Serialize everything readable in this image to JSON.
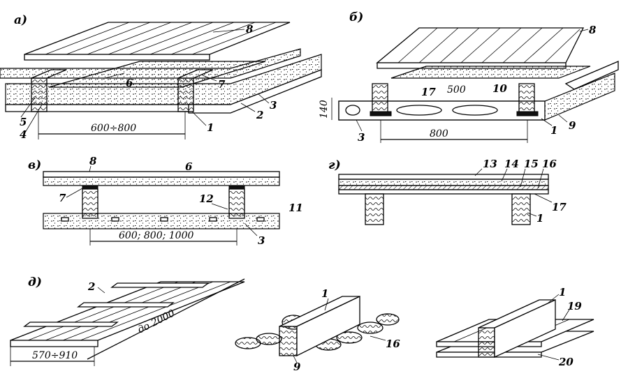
{
  "panels": {
    "a": {
      "letter": "а)",
      "callouts": [
        "8",
        "6",
        "7",
        "5",
        "4",
        "1",
        "2",
        "3"
      ],
      "dimension": "600÷800"
    },
    "b": {
      "letter": "б)",
      "callouts": [
        "8",
        "17",
        "10",
        "9",
        "1",
        "3"
      ],
      "dim_span": "500",
      "dim_height": "140",
      "dim_bottom": "800"
    },
    "v": {
      "letter": "в)",
      "callouts": [
        "8",
        "6",
        "7",
        "12",
        "11",
        "3"
      ],
      "dimension": "600; 800; 1000"
    },
    "g": {
      "letter": "г)",
      "callouts": [
        "13",
        "14",
        "15",
        "16",
        "17",
        "1"
      ]
    },
    "d": {
      "letter": "д)",
      "callouts": [
        "2",
        "1",
        "16",
        "9",
        "1",
        "19",
        "20"
      ],
      "dim_length": "до 2000",
      "dim_width": "570÷910"
    }
  }
}
